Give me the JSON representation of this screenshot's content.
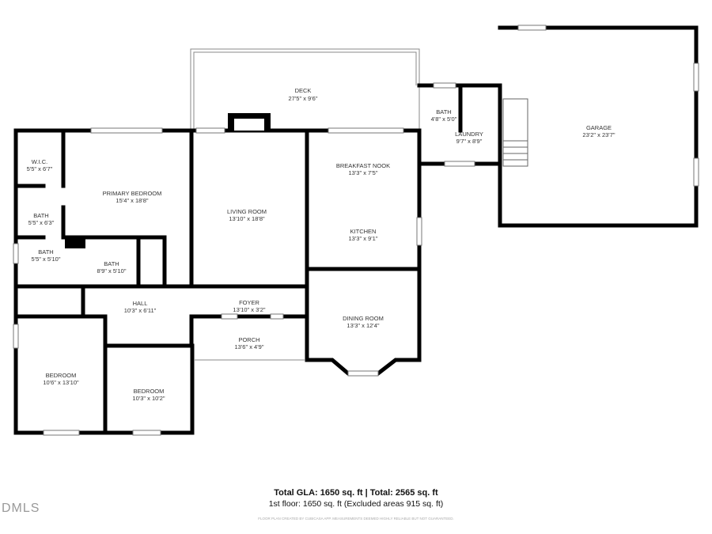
{
  "rooms": {
    "deck": {
      "name": "DECK",
      "size": "27'5\" x 9'6\""
    },
    "wic": {
      "name": "W.I.C.",
      "size": "5'5\" x 6'7\""
    },
    "primary_bedroom": {
      "name": "PRIMARY BEDROOM",
      "size": "15'4\" x 18'8\""
    },
    "bath1": {
      "name": "BATH",
      "size": "5'5\" x 6'3\""
    },
    "bath2": {
      "name": "BATH",
      "size": "5'5\" x 5'10\""
    },
    "bath3": {
      "name": "BATH",
      "size": "8'9\" x 5'10\""
    },
    "living_room": {
      "name": "LIVING ROOM",
      "size": "13'10\" x 18'8\""
    },
    "breakfast_nook": {
      "name": "BREAKFAST NOOK",
      "size": "13'3\" x 7'5\""
    },
    "kitchen": {
      "name": "KITCHEN",
      "size": "13'3\" x 9'1\""
    },
    "bath4": {
      "name": "BATH",
      "size": "4'8\" x 5'0\""
    },
    "laundry": {
      "name": "LAUNDRY",
      "size": "9'7\" x 8'9\""
    },
    "garage": {
      "name": "GARAGE",
      "size": "23'2\" x 23'7\""
    },
    "hall": {
      "name": "HALL",
      "size": "10'3\" x 6'11\""
    },
    "foyer": {
      "name": "FOYER",
      "size": "13'10\" x 3'2\""
    },
    "porch": {
      "name": "PORCH",
      "size": "13'6\" x 4'9\""
    },
    "dining_room": {
      "name": "DINING ROOM",
      "size": "13'3\" x 12'4\""
    },
    "bedroom1": {
      "name": "BEDROOM",
      "size": "10'6\" x 13'10\""
    },
    "bedroom2": {
      "name": "BEDROOM",
      "size": "10'3\" x 10'2\""
    }
  },
  "footer": {
    "total": "Total GLA: 1650 sq. ft | Total: 2565 sq. ft",
    "floor": "1st floor: 1650 sq. ft (Excluded areas 915 sq. ft)",
    "credit": "FLOOR PLAN CREATED BY CUBICASA APP. MEASUREMENTS DEEMED HIGHLY RELIABLE BUT NOT GUARANTEED.",
    "logo": "DMLS"
  }
}
